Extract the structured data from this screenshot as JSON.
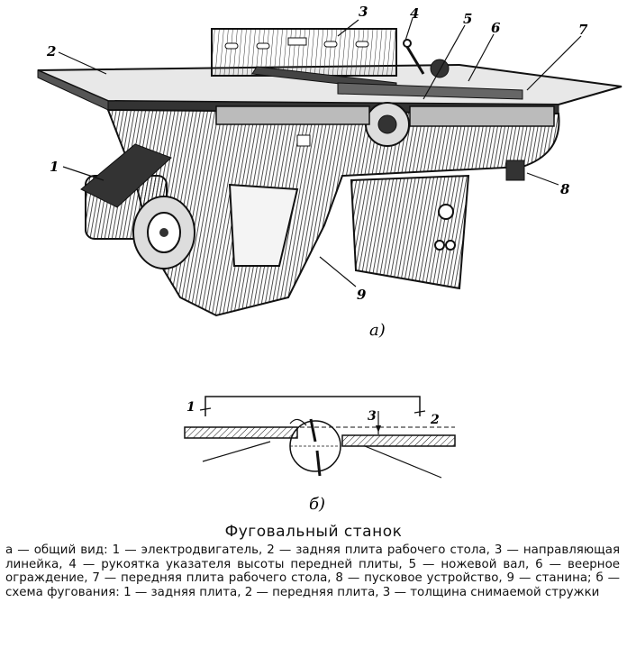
{
  "figure_a": {
    "callouts": [
      "1",
      "2",
      "3",
      "4",
      "5",
      "6",
      "7",
      "8",
      "9"
    ],
    "sublabel": "а)"
  },
  "figure_b": {
    "callouts": [
      "1",
      "2",
      "3"
    ],
    "sublabel": "б)"
  },
  "caption": {
    "title": "Фуговальный станок",
    "body": "а — общий вид: 1 — электродвигатель, 2 — задняя плита рабочего стола, 3 — направляющая линейка, 4 — рукоятка указателя высоты передней плиты, 5 — ножевой вал, 6 — веерное ограждение, 7 — передняя плита рабочего стола, 8 — пусковое устройство, 9 — станина; б — схема фугования: 1 — задняя плита, 2 — передняя плита, 3 — толщина снимаемой стружки"
  }
}
